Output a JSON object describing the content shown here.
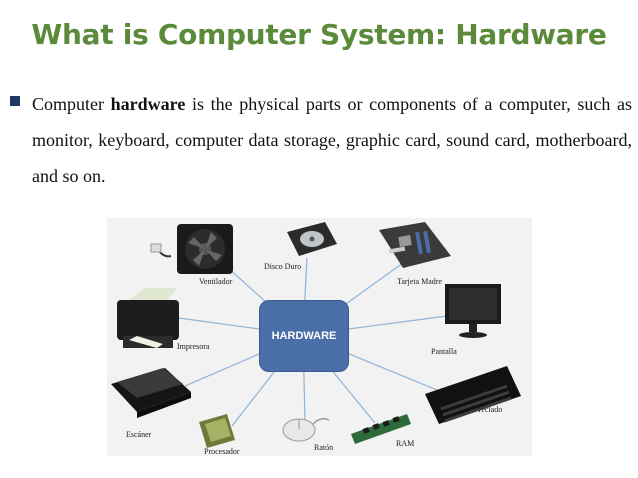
{
  "slide": {
    "title": "What is Computer System: Hardware",
    "bullet": {
      "prefix": "Computer ",
      "bold": "hardware",
      "rest": " is the physical parts or components of a computer, such as monitor, keyboard, computer data storage, graphic card, sound card, motherboard, and so on."
    }
  },
  "diagram": {
    "hub_label": "HARDWARE",
    "labels": {
      "ventilador": "Ventilador",
      "disco": "Disco Duro",
      "tarjeta": "Tarjeta Madre",
      "impresora": "Impresora",
      "pantalla": "Pantalla",
      "escaner": "Escáner",
      "teclado": "Teclado",
      "procesador": "Procesador",
      "raton": "Ratón",
      "ram": "RAM"
    }
  }
}
